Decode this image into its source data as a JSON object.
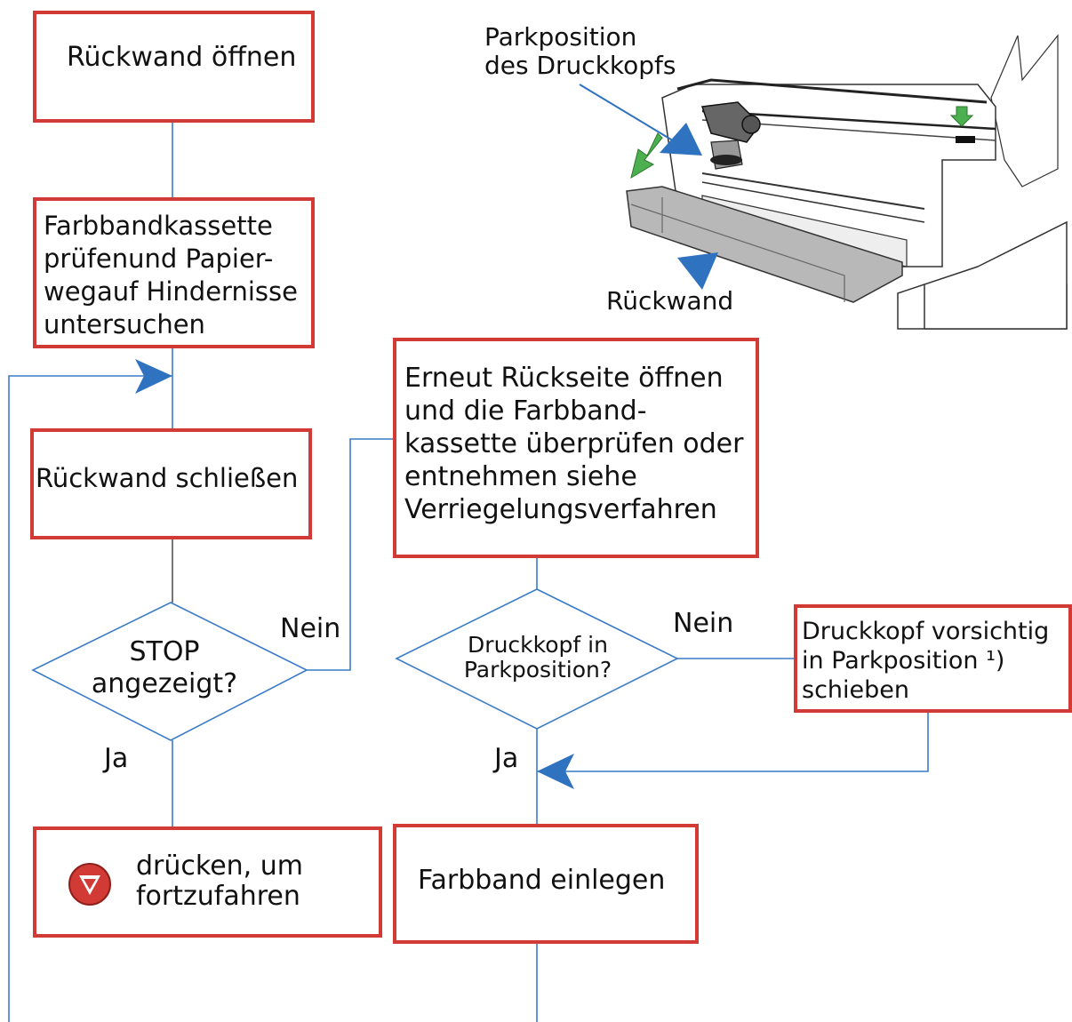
{
  "steps": {
    "open_back": "Rückwand öffnen",
    "check_ribbon": "Farbbandkassette\nprüfenund Papier-\nwegauf Hindernisse\nuntersuchen",
    "close_back": "Rückwand schließen",
    "reopen": "Erneut Rückseite öffnen\nund die Farbband-\nkassette überprüfen oder\nentnehmen siehe\nVerriegelungsverfahren",
    "move_head": "Druckkopf vorsichtig\nin Parkposition ¹)\nschieben",
    "press_continue": "drücken, um\nfortzufahren",
    "insert_ribbon": "Farbband einlegen"
  },
  "decisions": {
    "stop": "STOP\nangezeigt?",
    "park": "Druckkopf in\nParkposition?"
  },
  "edge_labels": {
    "no_stop": "Nein",
    "yes_stop": "Ja",
    "no_park": "Nein",
    "yes_park": "Ja"
  },
  "illustration": {
    "park_label": "Parkposition\ndes Druckkopfs",
    "back_label": "Rückwand"
  },
  "icons": {
    "continue_key": "down-triangle-key-icon"
  },
  "colors": {
    "box_border": "#d23a35",
    "connector": "#3a7bc8",
    "arrow": "#2f72c0",
    "green_arrow": "#4caf50"
  }
}
